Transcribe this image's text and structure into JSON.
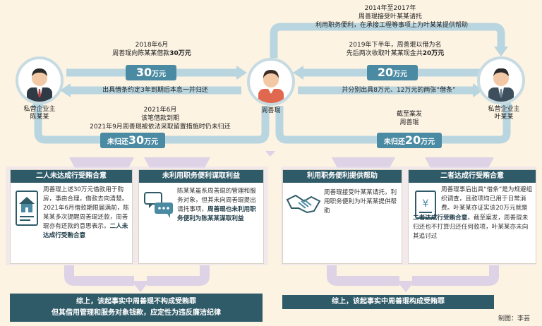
{
  "top": {
    "line1": "2014年至2017年",
    "line2": "周善琨接受叶某某请托",
    "line3": "利用职务便利，在承接工程等事项上为叶某某提供帮助"
  },
  "left_flow": {
    "loan_line1": "2018年6月",
    "loan_line2_prefix": "周善琨向陈某某借款",
    "loan_line2_bold": "30万元",
    "loan_amount_num": "30",
    "loan_amount_unit": "万元",
    "receipt_text": "出具借条约定3年到期后本息一并归还",
    "due_line1": "2021年6月",
    "due_line2": "该笔借款到期",
    "due_line3": "2021年9月周善琨被依法采取留置措施时仍未归还",
    "unreturned_prefix": "未归还",
    "unreturned_num": "30",
    "unreturned_unit": "万元"
  },
  "right_flow": {
    "cash_line1": "2019年下半年，周善琨以借为名",
    "cash_line2_prefix": "先后两次收取叶某某现金共",
    "cash_line2_bold": "20万元",
    "cash_amount_num": "20",
    "cash_amount_unit": "万元",
    "ious_text": "并分别出具8万元、12万元的两张“借条”",
    "asof_line1": "截至案发",
    "asof_line2": "周善琨",
    "unreturned_prefix": "未归还",
    "unreturned_num": "20",
    "unreturned_unit": "万元"
  },
  "persons": {
    "left_line1": "私营企业主",
    "left_line2": "陈某某",
    "center": "周善琨",
    "right_line1": "私营企业主",
    "right_line2": "叶某某"
  },
  "panels": {
    "p1": {
      "title": "二人未达成行受贿合意",
      "text1": "周善琨上述30万元借款用于购房，事由合理，借款去向清楚。2021年6月借款期限届满前，陈某某多次提醒周善琨还款，周善琨亦有还款的意思表示。",
      "text1_bold": "二人未达成行受贿合意"
    },
    "p2": {
      "title": "未利用职务便利谋取利益",
      "text1": "陈某某虽系周善琨的管理和服务对象，但其未向周善琨提出请托事项，",
      "text1_bold": "周善琨也未利用职务便利为陈某某谋取利益"
    },
    "p3": {
      "title": "利用职务便利提供帮助",
      "text1": "周善琨接受叶某某请托，利用职务便利为叶某某提供帮助"
    },
    "p4": {
      "title": "二者达成行受贿合意",
      "text1": "周善琨事后出具“借条”是为规避组织调查，且款项均已用于日常消费。叶某某亦证实该20万元就是给周善琨的“好处费”，",
      "text1_bold": "二者达成行受贿合意",
      "text2": "。截至案发，周善琨未归还也不打算归还任何款项，叶某某亦未向其追讨过"
    }
  },
  "conclusions": {
    "left_line1": "综上，该起事实中周善琨不构成受贿罪",
    "left_line2": "但其借用管理和服务对象钱款，应定性为违反廉洁纪律",
    "right": "综上，该起事实中周善琨构成受贿罪"
  },
  "credit": "制图：李芸",
  "colors": {
    "arrow": "#b9d6e0",
    "amount_bg": "#4a8aa2",
    "panel_header": "#2f5a68",
    "lavender": "#ddd2e6",
    "background": "#fdf3e3"
  }
}
